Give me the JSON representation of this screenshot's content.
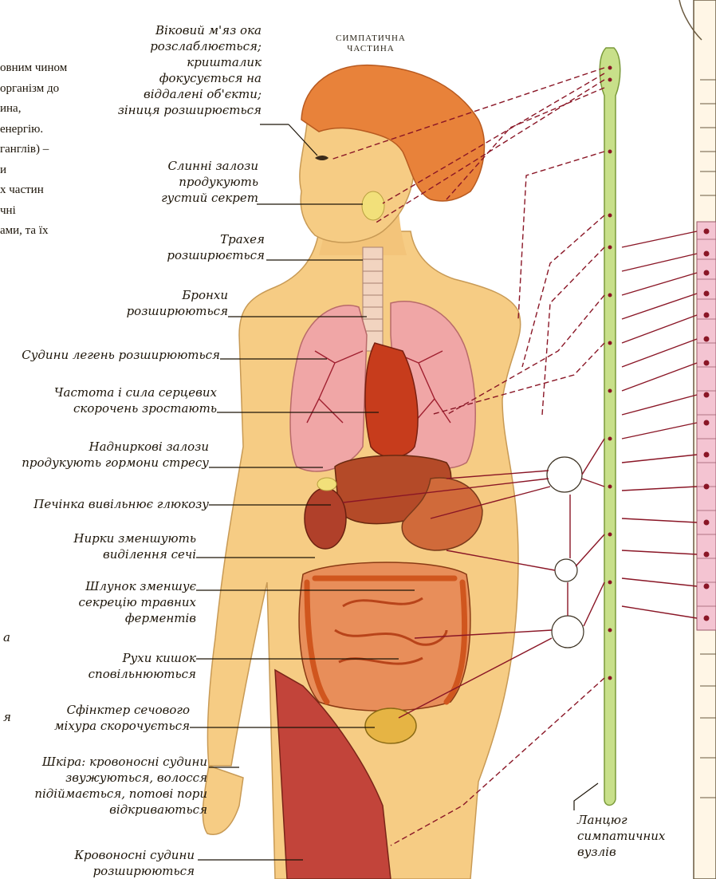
{
  "header": {
    "line1": "СИМПАТИЧНА",
    "line2": "ЧАСТИНА"
  },
  "intro_fragment": {
    "lines": [
      "овним чином",
      "організм до",
      "ина,",
      "енергію.",
      "ганглiв) –",
      "и",
      "х частин",
      "чні",
      "ами, та їх"
    ]
  },
  "left_fragments": {
    "a": "а",
    "h": "я"
  },
  "labels": {
    "eye": [
      "Віковий м'яз ока",
      "розслаблюється;",
      "кришталик",
      "фокусується на",
      "віддалені об'єкти;",
      "зіниця розширюється"
    ],
    "saliva": [
      "Слинні залози",
      "продукують",
      "густий секрет"
    ],
    "trachea": [
      "Трахея",
      "розширюється"
    ],
    "bronchi": [
      "Бронхи",
      "розширюються"
    ],
    "lung_vessels": [
      "Судини легень розширюються"
    ],
    "heart": [
      "Частота і сила серцевих",
      "скорочень зростають"
    ],
    "adrenal": [
      "Надниркові залози",
      "продукують гормони стресу"
    ],
    "liver": [
      "Печінка вивільнює глюкозу"
    ],
    "kidney": [
      "Нирки зменшують",
      "виділення сечі"
    ],
    "stomach": [
      "Шлунок зменшує",
      "секрецію травних",
      "ферментів"
    ],
    "intestine": [
      "Рухи кишок",
      "сповільнюються"
    ],
    "bladder": [
      "Сфінктер сечового",
      "міхура скорочується"
    ],
    "skin": [
      "Шкіра: кровоносні судини",
      "звужуються, волосся",
      "підіймається, потові пори",
      "відкриваються"
    ],
    "vessels": [
      "Кровоносні судини",
      "розширюються"
    ],
    "chain": [
      "Ланцюг",
      "симпатичних",
      "вузлів"
    ]
  },
  "colors": {
    "skin": "#f6cc84",
    "hair": "#e8823a",
    "lung": "#f0a6a6",
    "heart": "#c73c1c",
    "chain": "#c8e08a",
    "nerve": "#8a1626",
    "cord_pink": "#f4c4d2",
    "intestine": "#d0561e"
  }
}
